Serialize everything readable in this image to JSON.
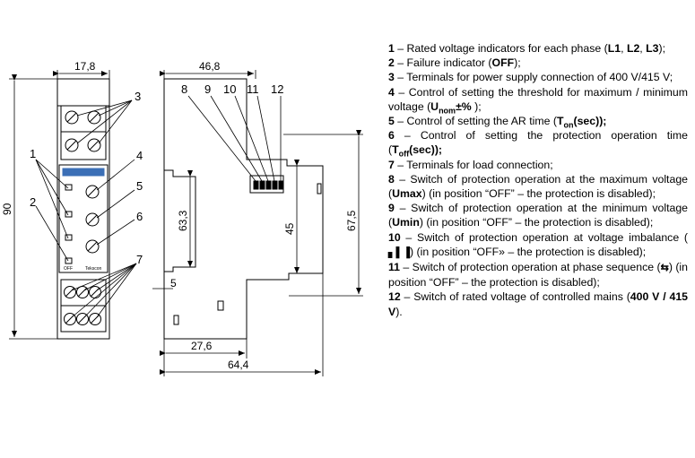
{
  "dimensions": {
    "front_width": "17,8",
    "side_width": "46,8",
    "front_height": "90",
    "height_63": "63,3",
    "height_45": "45",
    "height_67": "67,5",
    "offset_5": "5",
    "depth_27": "27,6",
    "depth_64": "64,4"
  },
  "callouts": [
    "1",
    "2",
    "3",
    "4",
    "5",
    "6",
    "7",
    "8",
    "9",
    "10",
    "11",
    "12"
  ],
  "device_labels": {
    "off": "OFF",
    "brand": "Tekscon"
  },
  "legend": [
    {
      "num": "1",
      "text": " – Rated voltage indicators for each phase (",
      "b1": "L1",
      "t2": ", ",
      "b2": "L2",
      "t3": ", ",
      "b3": "L3",
      "t4": ");"
    },
    {
      "num": "2",
      "text": " – Failure indicator (",
      "b1": "OFF",
      "t2": ");"
    },
    {
      "num": "3",
      "text": " – Terminals for power supply connection of 400 V/415 V;"
    },
    {
      "num": "4",
      "text": " – Control of setting the threshold for maximum / minimum voltage (",
      "b1": "U",
      "sub": "nom",
      "b2": "±%",
      "t2": " );"
    },
    {
      "num": "5",
      "text": " – Control of setting the AR time (",
      "b1": "T",
      "sub": "on",
      "b2": "(sec));"
    },
    {
      "num": "6",
      "text": " – Control of setting the protection operation time (",
      "b1": "T",
      "sub": "off",
      "b2": "(sec));"
    },
    {
      "num": "7",
      "text": " – Terminals for load connection;"
    },
    {
      "num": "8",
      "text": " – Switch of protection operation at the maximum voltage (",
      "b1": "Umax",
      "t2": ") (in position “OFF” – the protection is disabled);"
    },
    {
      "num": "9",
      "text": " – Switch of protection operation at the minimum voltage (",
      "b1": "Umin",
      "t2": ") (in position “OFF” – the protection is disabled);"
    },
    {
      "num": "10",
      "text": " – Switch of protection operation at voltage imbalance (",
      "icon": "▖▌▐",
      "t2": ") (in position “OFF» – the protection is disabled);"
    },
    {
      "num": "11",
      "text": " – Switch of protection operation at phase sequence (",
      "icon": "⇆",
      "t2": ") (in position “OFF” – the protection is disabled);"
    },
    {
      "num": "12",
      "text": " – Switch of rated voltage of controlled mains (",
      "b1": "400 V / 415 V",
      "t2": ")."
    }
  ]
}
